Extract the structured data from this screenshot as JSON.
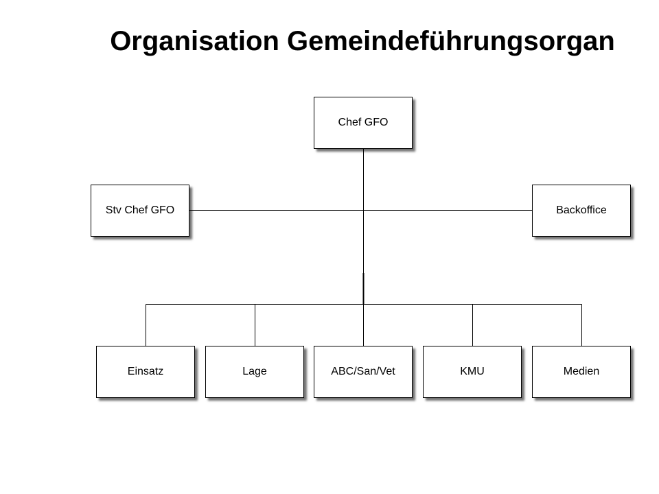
{
  "title": "Organisation Gemeindeführungsorgan",
  "org": {
    "chief": "Chef GFO",
    "deputy": "Stv Chef GFO",
    "backoffice": "Backoffice",
    "units": [
      "Einsatz",
      "Lage",
      "ABC/San/Vet",
      "KMU",
      "Medien"
    ]
  }
}
